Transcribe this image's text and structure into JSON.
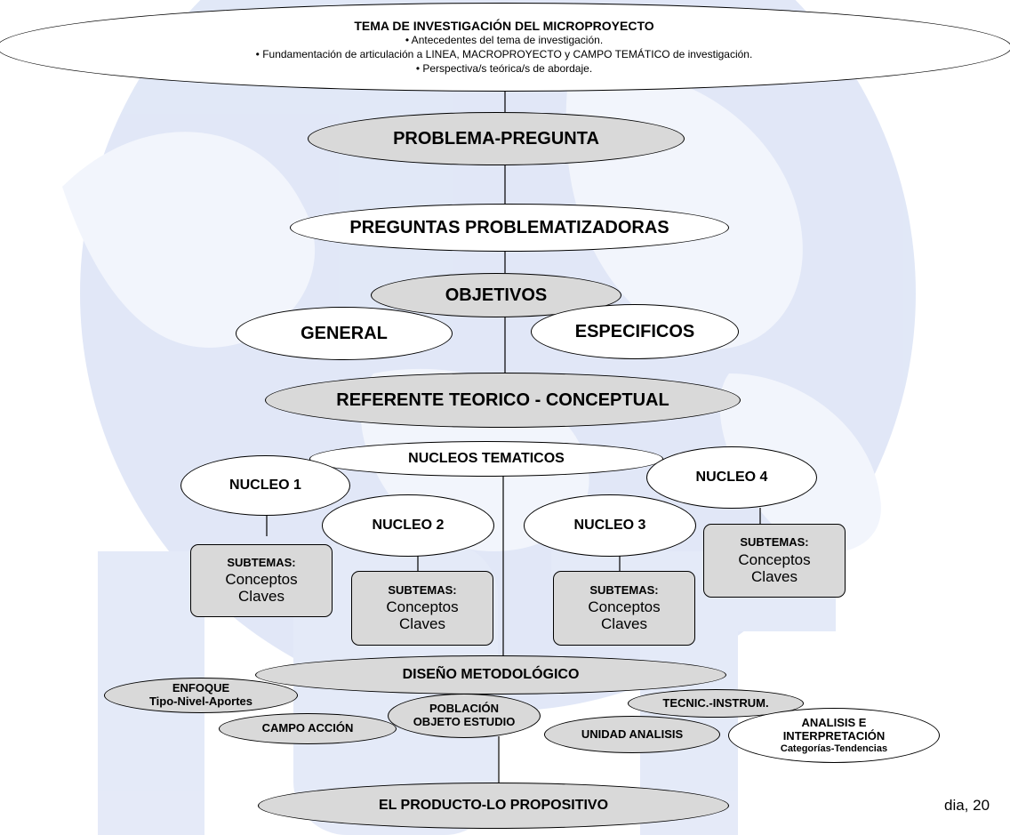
{
  "tema": {
    "title": "TEMA DE INVESTIGACIÓN DEL MICROPROYECTO",
    "bullets": [
      "• Antecedentes del tema de investigación.",
      "• Fundamentación de articulación a LINEA, MACROPROYECTO  y CAMPO TEMÁTICO de investigación.",
      "• Perspectiva/s teórica/s de abordaje."
    ]
  },
  "nodes": {
    "problema": "PROBLEMA-PREGUNTA",
    "preguntas": "PREGUNTAS PROBLEMATIZADORAS",
    "objetivos": "OBJETIVOS",
    "general": "GENERAL",
    "especificos": "ESPECIFICOS",
    "referente": "REFERENTE TEORICO - CONCEPTUAL",
    "nucleos": "NUCLEOS TEMATICOS",
    "nucleo1": "NUCLEO 1",
    "nucleo2": "NUCLEO 2",
    "nucleo3": "NUCLEO 3",
    "nucleo4": "NUCLEO 4",
    "diseno": "DISEÑO METODOLÓGICO",
    "enfoque_1": "ENFOQUE",
    "enfoque_2": "Tipo-Nivel-Aportes",
    "campo": "CAMPO ACCIÓN",
    "poblacion_1": "POBLACIÓN",
    "poblacion_2": "OBJETO ESTUDIO",
    "tecnic": "TECNIC.-INSTRUM.",
    "unidad": "UNIDAD ANALISIS",
    "analisis_1": "ANALISIS E",
    "analisis_2": "INTERPRETACIÓN",
    "analisis_3": "Categorías-Tendencias",
    "producto": "EL PRODUCTO-LO PROPOSITIVO"
  },
  "subtemas": {
    "heading": "SUBTEMAS:",
    "line1": "Conceptos",
    "line2": "Claves"
  },
  "footer": "dia, 20",
  "colors": {
    "watermark": "#b9c8ec",
    "node_grey": "#d9d9d9",
    "stroke": "#000000"
  }
}
